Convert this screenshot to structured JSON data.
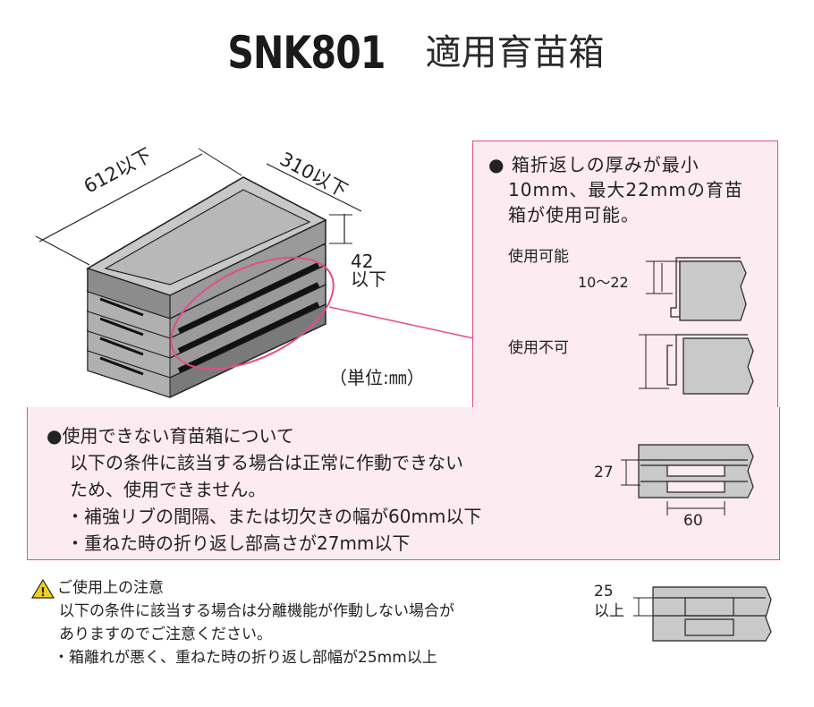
{
  "title": {
    "model": "SNK801",
    "label": "適用育苗箱"
  },
  "diagram": {
    "dim_length": "612以下",
    "dim_width": "310以下",
    "dim_height_1": "42",
    "dim_height_2": "以下",
    "unit": "（単位:㎜）"
  },
  "note_top": {
    "bullet": "●",
    "line1": "箱折返しの厚みが最小",
    "line2": "10mm、最大22mmの育苗",
    "line3": "箱が使用可能。",
    "usable_label": "使用可能",
    "usable_range": "10～22",
    "unusable_label": "使用不可"
  },
  "note_bottom": {
    "line1": "●使用できない育苗箱について",
    "line2": "以下の条件に該当する場合は正常に作動できない",
    "line3": "ため、使用できません。",
    "line4": "・補強リブの間隔、または切欠きの幅が60mm以下",
    "line5": "・重ねた時の折り返し部高さが27mm以下",
    "dim_height": "27",
    "dim_width": "60"
  },
  "caution": {
    "icon": "warning-triangle-icon",
    "heading": "ご使用上の注意",
    "line1": "以下の条件に該当する場合は分離機能が作動しない場合が",
    "line2": "ありますのでご注意ください。",
    "line3": "・箱離れが悪く、重ねた時の折り返し部幅が25mm以上",
    "dim_1": "25",
    "dim_2": "以上"
  },
  "colors": {
    "accent": "#e44d8c",
    "pink_bg": "#fcebf1",
    "box_gray": "#b5b5b5"
  }
}
